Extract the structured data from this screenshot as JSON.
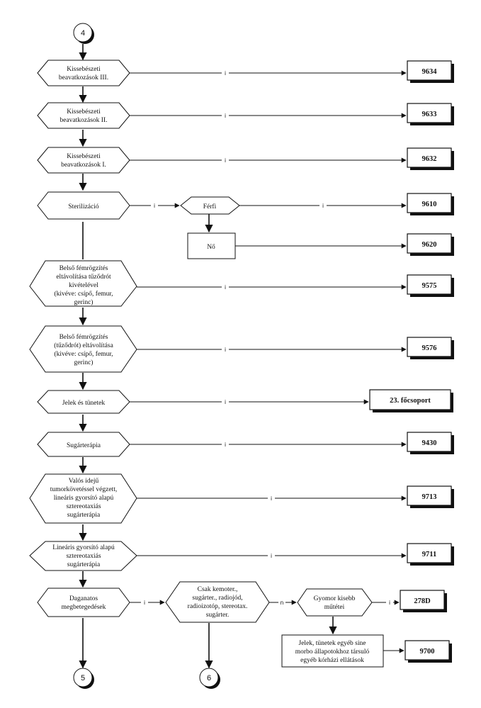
{
  "connectors": {
    "top": "4",
    "bottom_left": "5",
    "bottom_mid": "6"
  },
  "nodes": {
    "kisseb3": [
      "Kissebészeti",
      "beavatkozások III."
    ],
    "kisseb2": [
      "Kissebészeti",
      "beavatkozások II."
    ],
    "kisseb1": [
      "Kissebészeti",
      "beavatkozások I."
    ],
    "sterilizacio": [
      "Sterilizáció"
    ],
    "ferfi": [
      "Férfi"
    ],
    "no": [
      "Nő"
    ],
    "belso1": [
      "Belső fémrögzítés",
      "eltávolítása tűződrót",
      "kivételével",
      "(kivéve: csípő, femur,",
      "gerinc)"
    ],
    "belso2": [
      "Belső fémrögzítés",
      "(tűződrót) eltávolítása",
      "(kivéve: csípő, femur,",
      "gerinc)"
    ],
    "jelek": [
      "Jelek és tünetek"
    ],
    "sugar": [
      "Sugárterápia"
    ],
    "valos": [
      "Valós idejű",
      "tumorkövetéssel végzett,",
      "lineáris gyorsító alapú",
      "sztereotaxiás",
      "sugárterápia"
    ],
    "linearis": [
      "Lineáris gyorsító alapú",
      "sztereotaxiás",
      "sugárterápia"
    ],
    "daganat": [
      "Daganatos",
      "megbetegedések"
    ],
    "csak": [
      "Csak kemoter.,",
      "sugárter., radiojód,",
      "radioizotóp, stereotax.",
      "sugárter."
    ],
    "gyomor": [
      "Gyomor kisebb",
      "műtétei"
    ],
    "jelek_egyeb": [
      "Jelek, tünetek egyéb sine",
      "morbo állapotokhoz társuló",
      "egyéb kórházi ellátások"
    ]
  },
  "codes": {
    "c9634": "9634",
    "c9633": "9633",
    "c9632": "9632",
    "c9610": "9610",
    "c9620": "9620",
    "c9575": "9575",
    "c9576": "9576",
    "c23": "23. főcsoport",
    "c9430": "9430",
    "c9713": "9713",
    "c9711": "9711",
    "c278d": "278D",
    "c9700": "9700"
  },
  "edge_labels": {
    "i": "i",
    "n": "n"
  }
}
